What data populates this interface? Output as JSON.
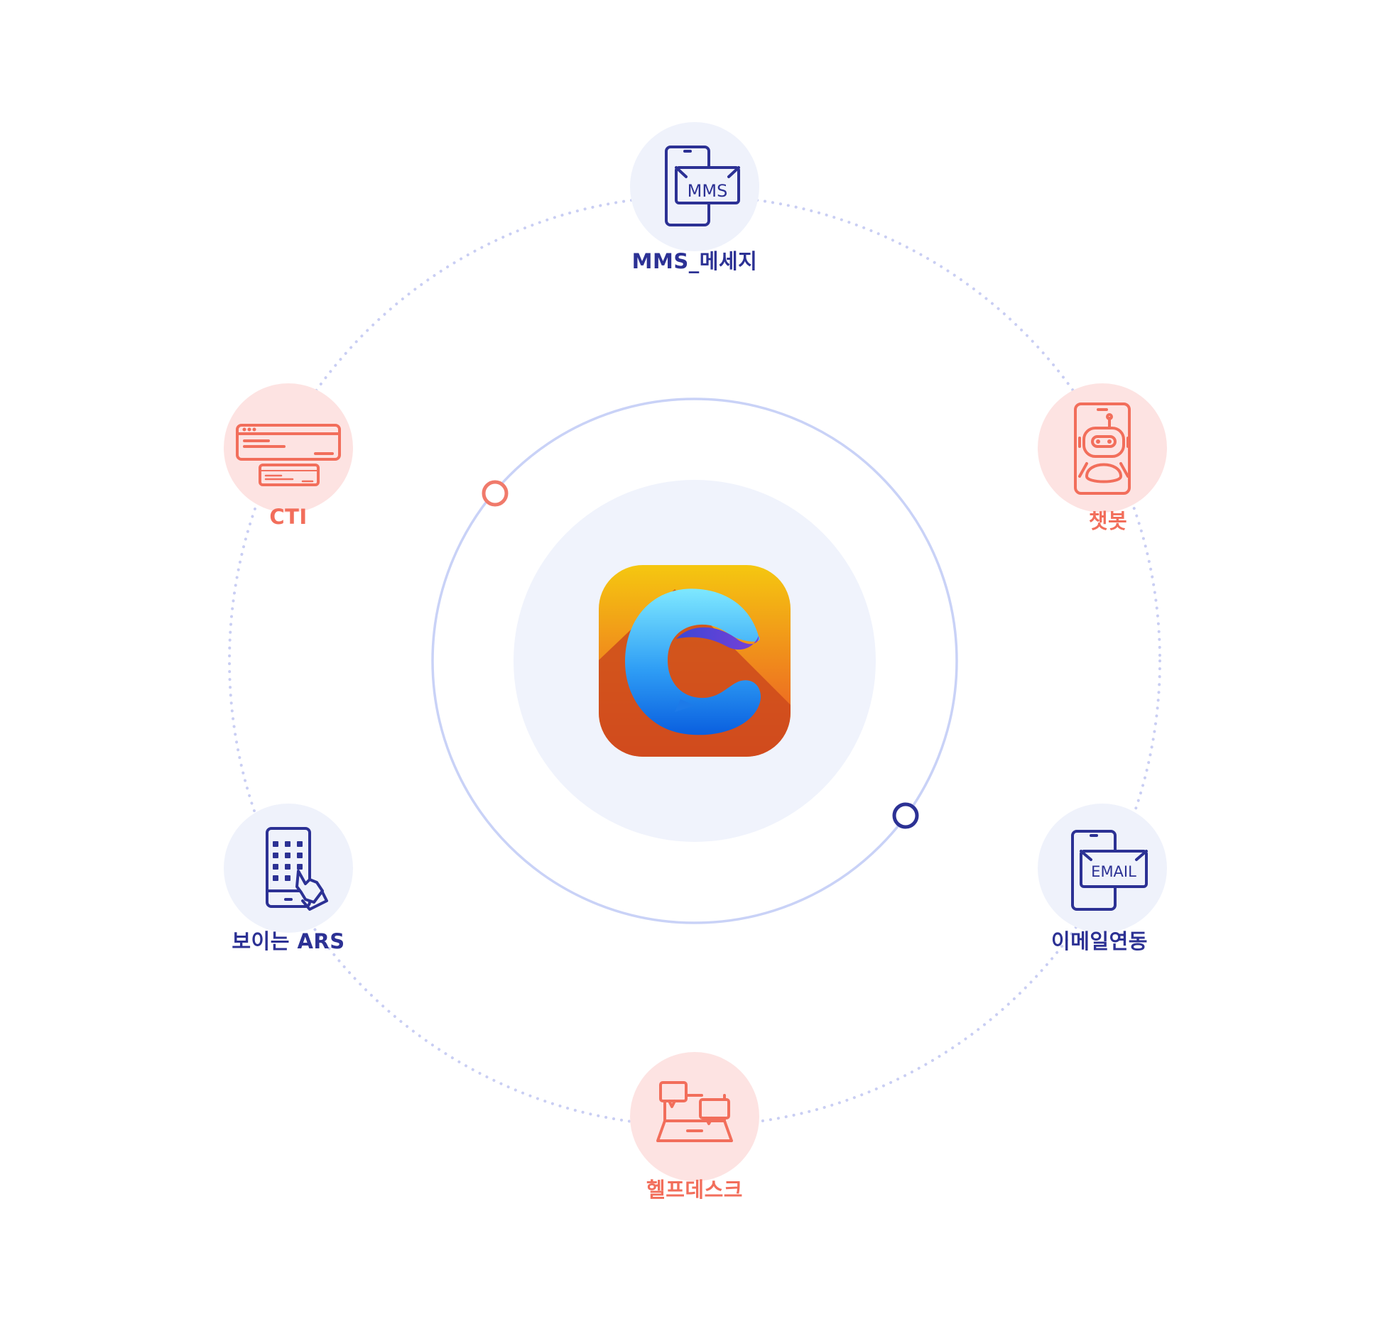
{
  "colors": {
    "navy": "#2c3194",
    "coral": "#f26e5b",
    "navy_bg": "#eff2fb",
    "coral_bg": "#fde3e2",
    "ring": "#c9d2f7",
    "dots": "#c9cef3",
    "inner_disc": "#f0f3fc",
    "logo_yellow": "#f5c211",
    "logo_orange": "#ee7a1d",
    "logo_red": "#e84c2a",
    "logo_blue_light": "#7fe6ff",
    "logo_blue_dark": "#0a64e0",
    "logo_purple": "#5a3bd0"
  },
  "center": {
    "logo_icon": "chat-c-logo-icon"
  },
  "nodes": [
    {
      "id": "mms",
      "label": "MMS_메세지",
      "tone": "navy",
      "icon": "mms-phone-icon",
      "icon_text": "MMS"
    },
    {
      "id": "chatbot",
      "label": "챗봇",
      "tone": "coral",
      "icon": "chatbot-robot-icon"
    },
    {
      "id": "email",
      "label": "이메일연동",
      "tone": "navy",
      "icon": "email-phone-icon",
      "icon_text": "EMAIL"
    },
    {
      "id": "helpdesk",
      "label": "헬프데스크",
      "tone": "coral",
      "icon": "helpdesk-laptop-icon"
    },
    {
      "id": "ars",
      "label": "보이는 ARS",
      "tone": "navy",
      "icon": "visual-ars-phone-icon"
    },
    {
      "id": "cti",
      "label": "CTI",
      "tone": "coral",
      "icon": "cti-windows-icon"
    }
  ]
}
